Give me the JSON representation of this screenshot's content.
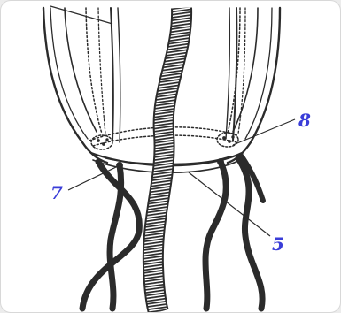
{
  "diagram": {
    "labels": [
      {
        "id": "label-8",
        "text": "8"
      },
      {
        "id": "label-7",
        "text": "7"
      },
      {
        "id": "label-5",
        "text": "5"
      }
    ]
  },
  "colors": {
    "ink": "#2b2b2b",
    "label": "#3a3dd8",
    "frame": "#d8d8d8",
    "background": "#ffffff"
  }
}
